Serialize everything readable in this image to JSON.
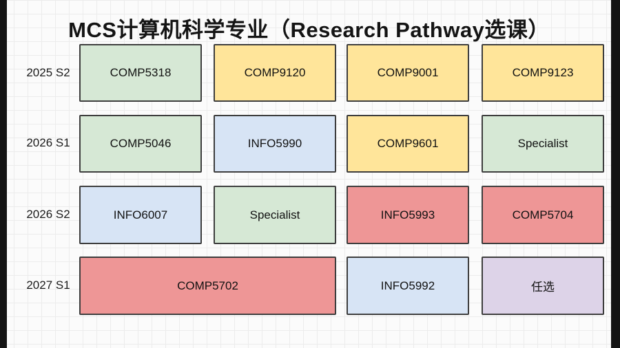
{
  "title": "MCS计算机科学专业（Research Pathway选课）",
  "palette": {
    "green": "#d6e8d5",
    "yellow": "#ffe59a",
    "blue": "#d7e4f5",
    "red": "#ee9696",
    "purple": "#ddd3e8",
    "border": "#3d3d3d"
  },
  "rows": [
    {
      "label": "2025 S2",
      "courses": [
        {
          "name": "COMP5318",
          "color": "green"
        },
        {
          "name": "COMP9120",
          "color": "yellow"
        },
        {
          "name": "COMP9001",
          "color": "yellow"
        },
        {
          "name": "COMP9123",
          "color": "yellow"
        }
      ]
    },
    {
      "label": "2026 S1",
      "courses": [
        {
          "name": "COMP5046",
          "color": "green"
        },
        {
          "name": "INFO5990",
          "color": "blue"
        },
        {
          "name": "COMP9601",
          "color": "yellow"
        },
        {
          "name": "Specialist",
          "color": "green"
        }
      ]
    },
    {
      "label": "2026 S2",
      "courses": [
        {
          "name": "INFO6007",
          "color": "blue"
        },
        {
          "name": "Specialist",
          "color": "green"
        },
        {
          "name": "INFO5993",
          "color": "red"
        },
        {
          "name": "COMP5704",
          "color": "red"
        }
      ]
    },
    {
      "label": "2027 S1",
      "courses": [
        {
          "name": "COMP5702",
          "color": "red"
        },
        {
          "name": "INFO5992",
          "color": "blue"
        },
        {
          "name": "任选",
          "color": "purple"
        }
      ]
    }
  ]
}
